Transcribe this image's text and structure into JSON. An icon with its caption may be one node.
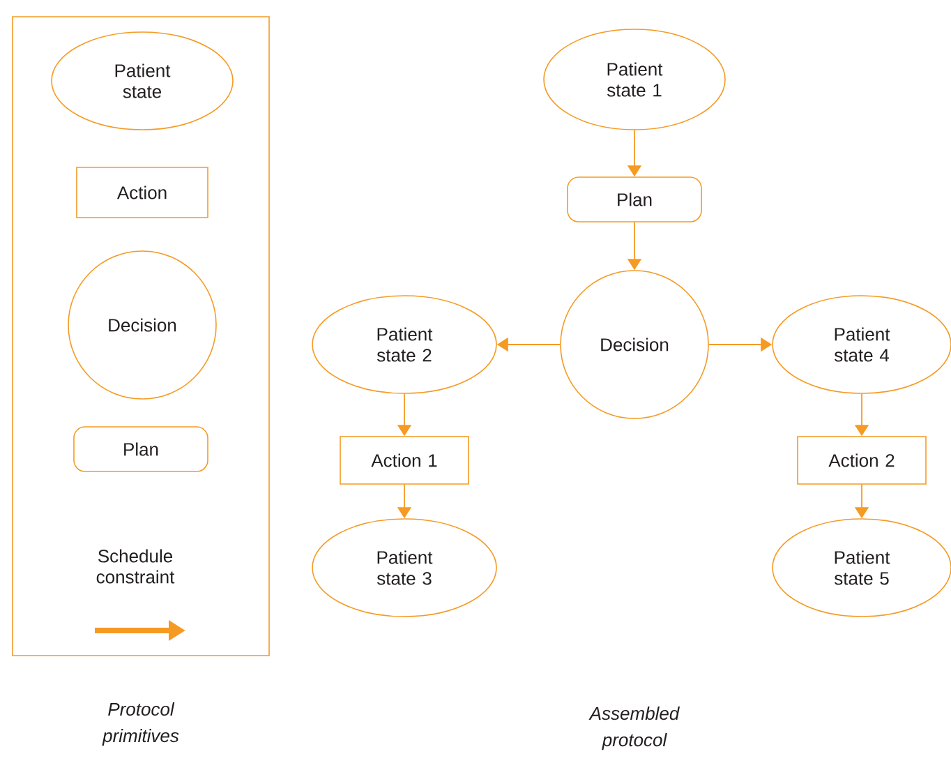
{
  "diagram": {
    "nodes": [
      {
        "text": [
          "Protocol primitives"
        ]
      },
      {
        "text": [
          "Patient state"
        ],
        "in": 0
      },
      {
        "text": [
          "Action"
        ],
        "in": 0
      },
      {
        "text": [
          "Decision"
        ],
        "in": 0
      },
      {
        "text": [
          "Plan"
        ],
        "in": 0
      },
      {
        "text": [
          "Patient state 1"
        ]
      },
      {
        "text": [
          "Plan"
        ]
      },
      {
        "text": [
          "Decision"
        ]
      },
      {
        "text": [
          "Patient state 2"
        ]
      },
      {
        "text": [
          "Patient state 4"
        ]
      },
      {
        "text": [
          "Action 1"
        ]
      },
      {
        "text": [
          "Patient state 3"
        ]
      },
      {
        "text": [
          "Action 2"
        ]
      },
      {
        "text": [
          "Patient state 5"
        ]
      }
    ],
    "edges": [
      {
        "from": 5,
        "to": 6,
        "arrow": "to"
      },
      {
        "from": 6,
        "to": 7,
        "arrow": "to"
      },
      {
        "from": 7,
        "to": 8,
        "arrow": "to"
      },
      {
        "from": 7,
        "to": 9,
        "arrow": "to"
      },
      {
        "from": 8,
        "to": 10,
        "arrow": "to"
      },
      {
        "from": 10,
        "to": 11,
        "arrow": "to"
      },
      {
        "from": 9,
        "to": 12,
        "arrow": "to"
      },
      {
        "from": 12,
        "to": 13,
        "arrow": "to"
      }
    ],
    "labels": [
      "Assembled protocol"
    ],
    "legend": [
      {
        "text": "Schedule constraint"
      }
    ]
  }
}
